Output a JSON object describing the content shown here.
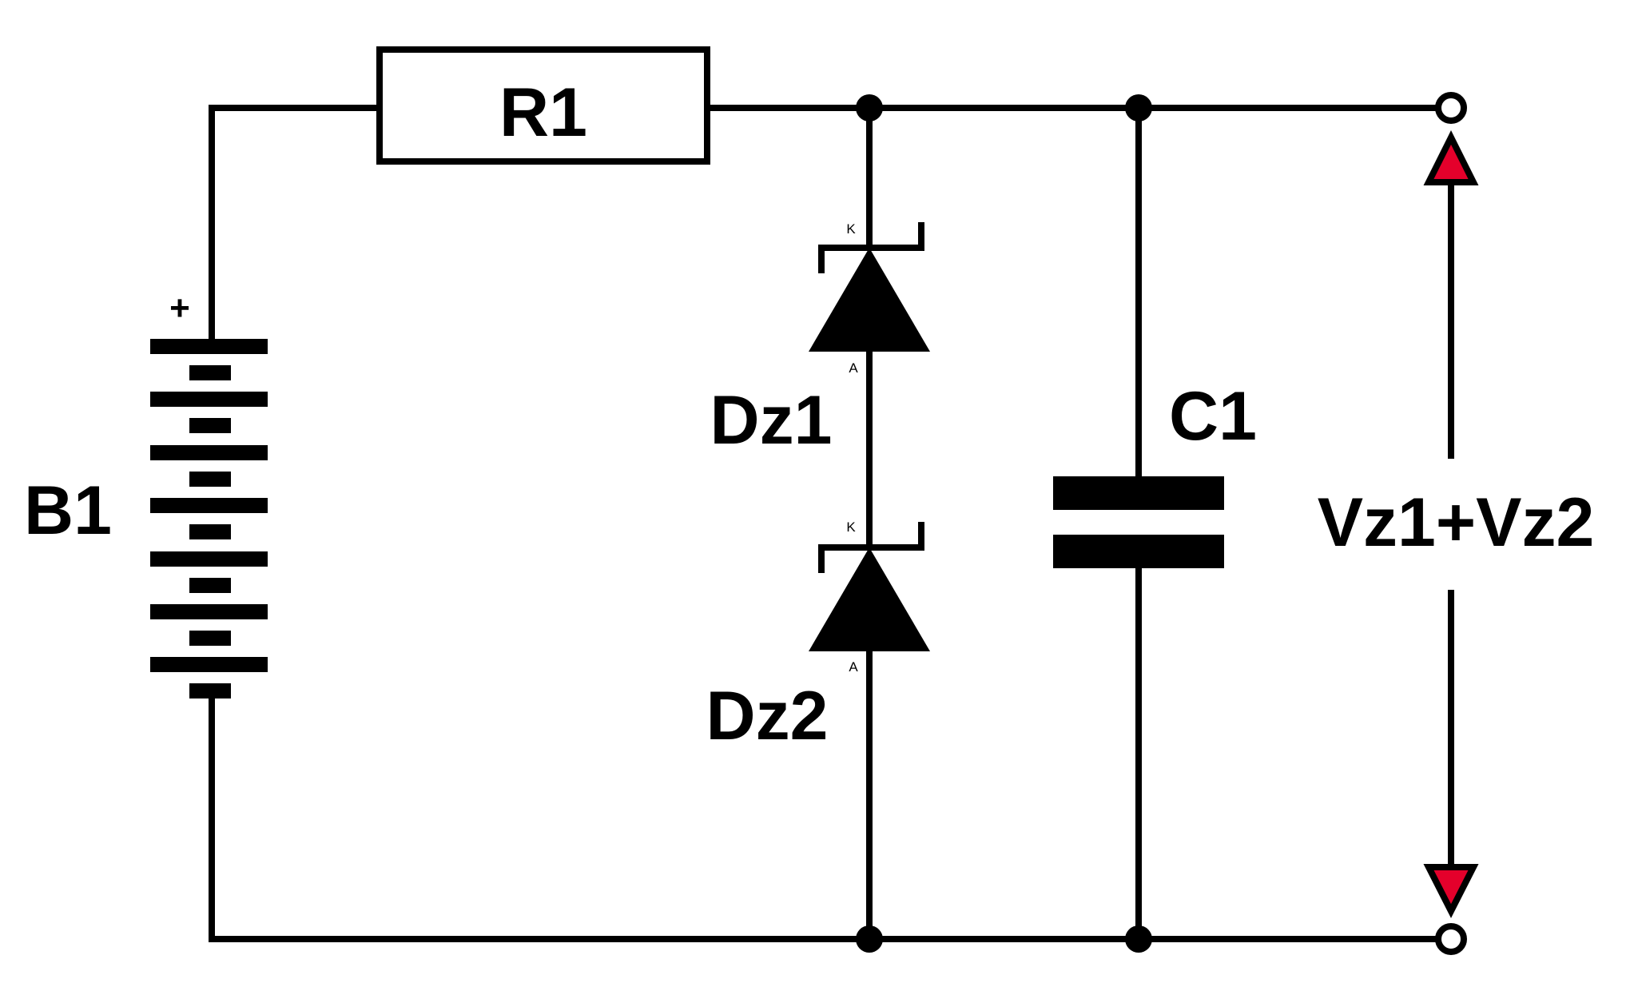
{
  "labels": {
    "r1": "R1",
    "b1": "B1",
    "plus": "+",
    "dz1": "Dz1",
    "dz2": "Dz2",
    "c1": "C1",
    "output": "Vz1+Vz2"
  },
  "pins": {
    "dz1_cathode": "K",
    "dz1_anode": "A",
    "dz2_cathode": "K",
    "dz2_anode": "A"
  },
  "colors": {
    "line": "#000000",
    "arrow": "#e4002b",
    "background": "#ffffff"
  }
}
